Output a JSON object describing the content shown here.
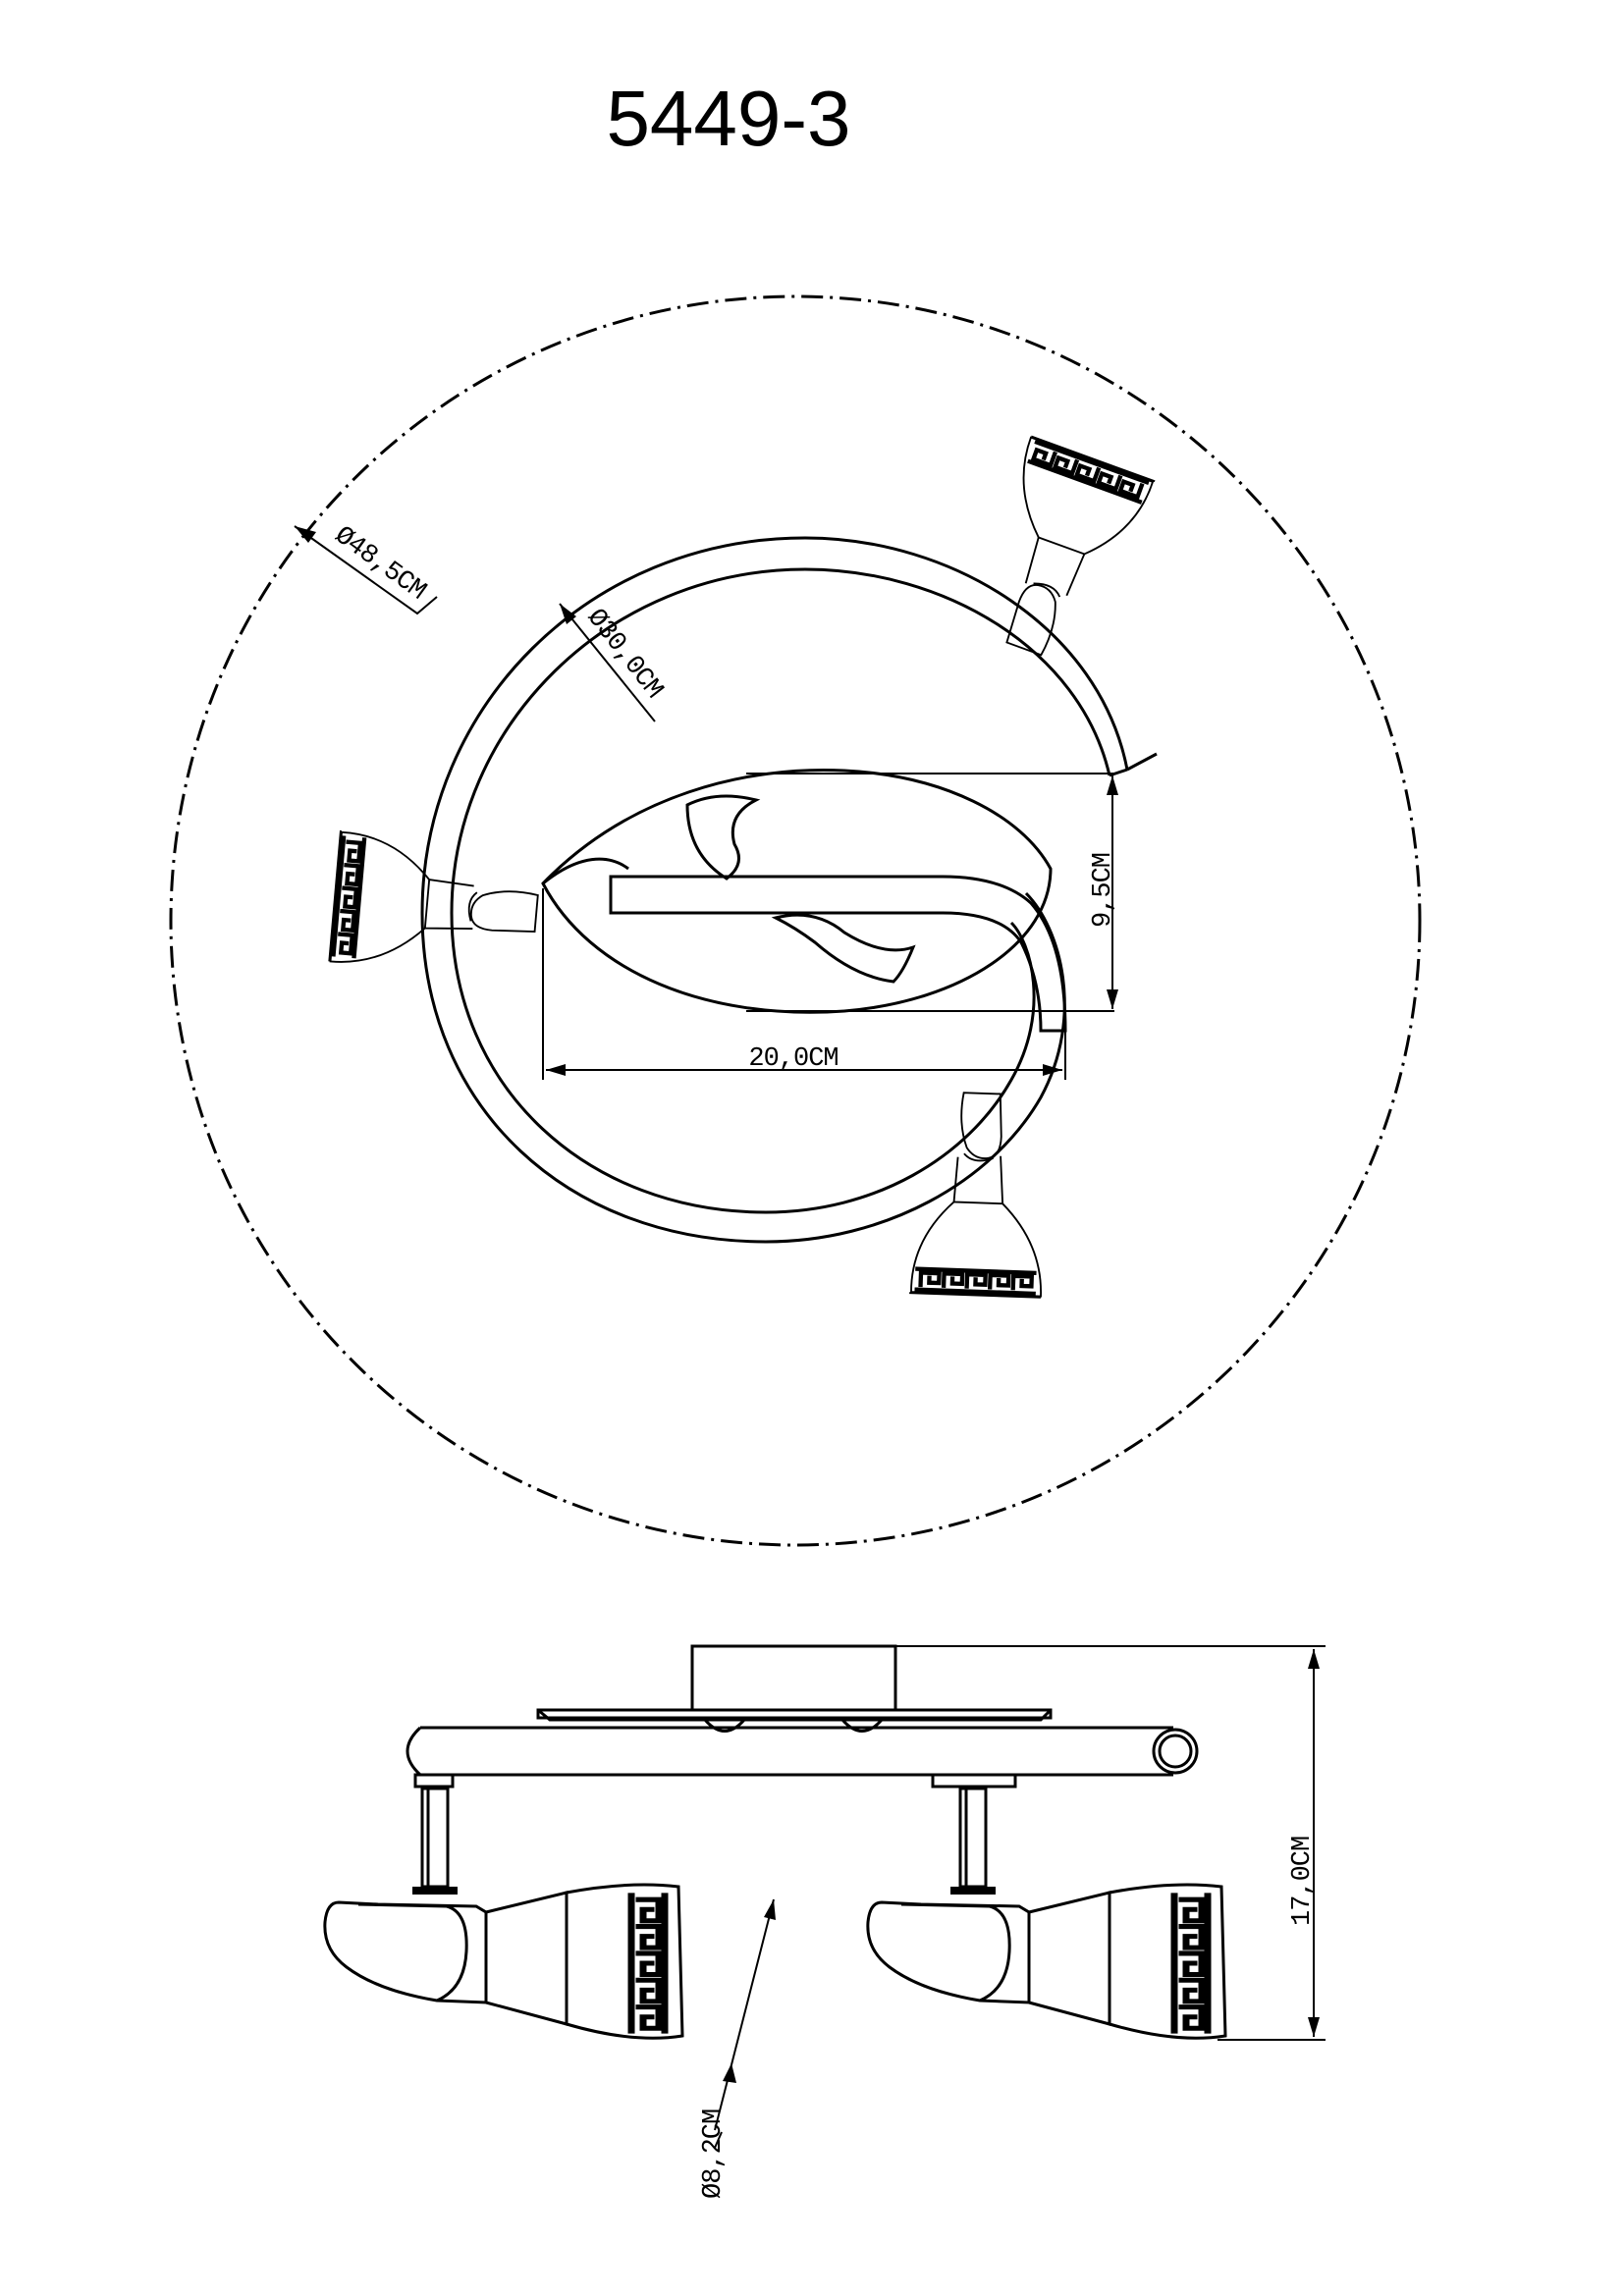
{
  "title": "5449-3",
  "top_view": {
    "outer_diameter": "Ø48,5CM",
    "ring_diameter": "Ø30,0CM",
    "height": "9,5CM",
    "width": "20,0CM"
  },
  "side_view": {
    "total_height": "17,0CM",
    "shade_diameter": "Ø8,2CM"
  }
}
